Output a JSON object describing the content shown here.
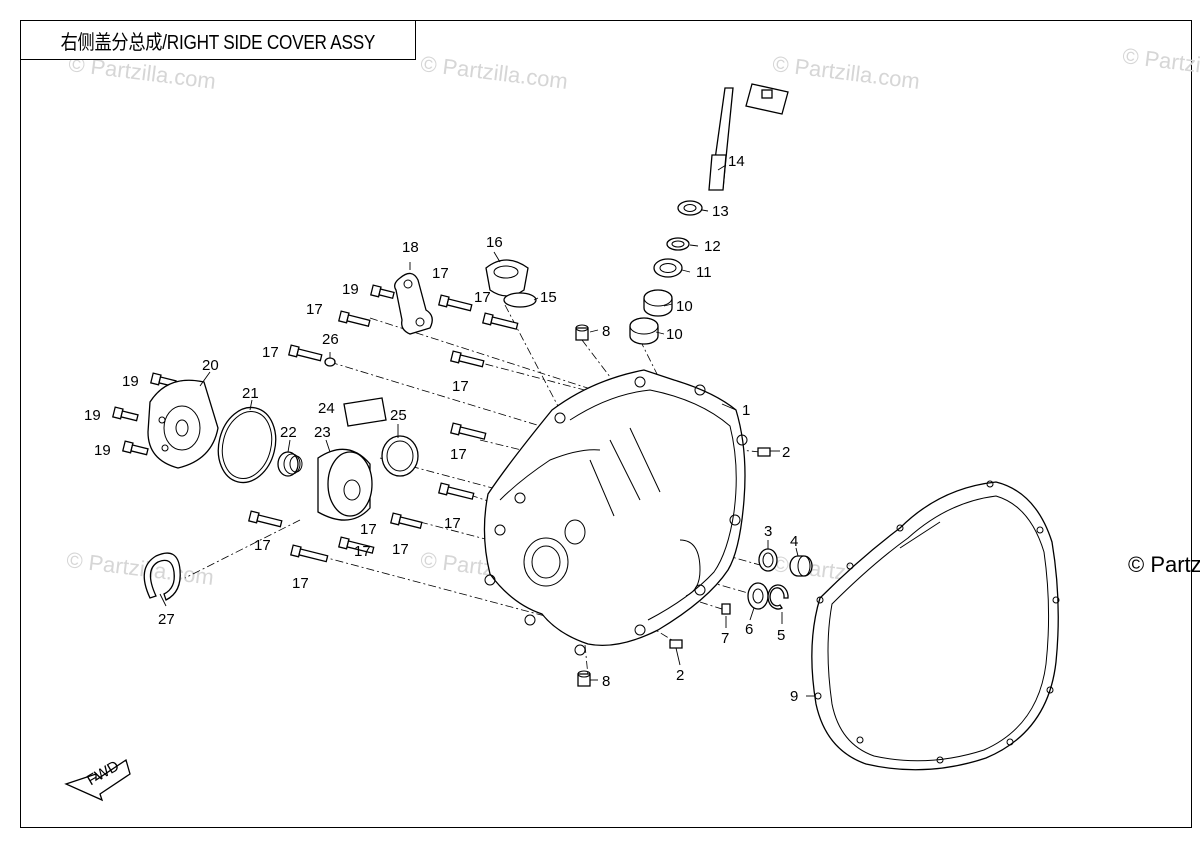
{
  "title": "右侧盖分总成/RIGHT SIDE COVER ASSY",
  "watermark": "© Partzilla.com",
  "watermark_edge": "© Partz",
  "fwd_label": "FWD",
  "labels": {
    "p1": "1",
    "p2a": "2",
    "p2b": "2",
    "p3": "3",
    "p4": "4",
    "p5": "5",
    "p6": "6",
    "p7": "7",
    "p8a": "8",
    "p8b": "8",
    "p9": "9",
    "p10a": "10",
    "p10b": "10",
    "p11": "11",
    "p12": "12",
    "p13": "13",
    "p14": "14",
    "p15": "15",
    "p16": "16",
    "p17a": "17",
    "p17b": "17",
    "p17c": "17",
    "p17d": "17",
    "p17e": "17",
    "p17f": "17",
    "p17g": "17",
    "p17h": "17",
    "p17i": "17",
    "p17j": "17",
    "p17k": "17",
    "p17l": "17",
    "p18": "18",
    "p19a": "19",
    "p19b": "19",
    "p19c": "19",
    "p19d": "19",
    "p20": "20",
    "p21": "21",
    "p22": "22",
    "p23": "23",
    "p24": "24",
    "p25": "25",
    "p26": "26",
    "p27": "27"
  }
}
